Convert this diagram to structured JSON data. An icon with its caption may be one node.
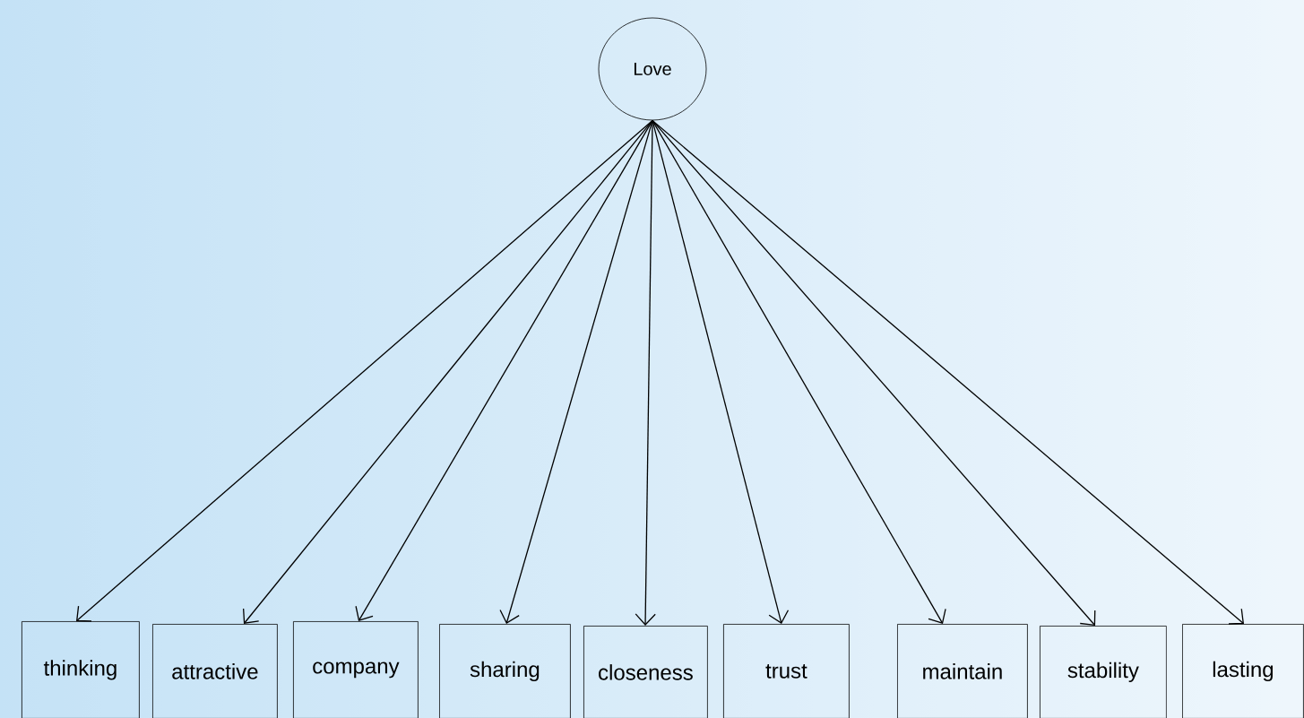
{
  "diagram": {
    "nodes": [
      {
        "text": [
          "Love"
        ]
      },
      {
        "text": [
          "thinking"
        ]
      },
      {
        "text": [
          "attractive"
        ]
      },
      {
        "text": [
          "company"
        ]
      },
      {
        "text": [
          "sharing"
        ]
      },
      {
        "text": [
          "closeness"
        ]
      },
      {
        "text": [
          "trust"
        ]
      },
      {
        "text": [
          "maintain"
        ]
      },
      {
        "text": [
          "stability"
        ]
      },
      {
        "text": [
          "lasting"
        ]
      }
    ],
    "edges": [
      {
        "from": 0,
        "to": 1,
        "arrow": "to"
      },
      {
        "from": 0,
        "to": 2,
        "arrow": "to"
      },
      {
        "from": 0,
        "to": 3,
        "arrow": "to"
      },
      {
        "from": 0,
        "to": 4,
        "arrow": "to"
      },
      {
        "from": 0,
        "to": 5,
        "arrow": "to"
      },
      {
        "from": 0,
        "to": 6,
        "arrow": "to"
      },
      {
        "from": 0,
        "to": 7,
        "arrow": "to"
      },
      {
        "from": 0,
        "to": 8,
        "arrow": "to"
      },
      {
        "from": 0,
        "to": 9,
        "arrow": "to"
      }
    ]
  }
}
